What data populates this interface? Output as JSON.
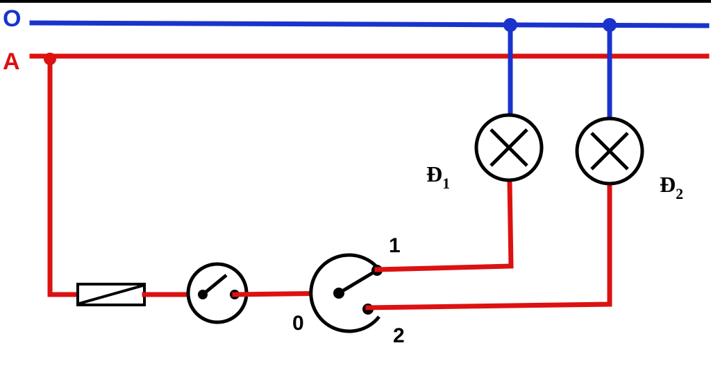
{
  "lines": {
    "neutral_label": "O",
    "phase_label": "A"
  },
  "lamps": [
    {
      "letter": "Đ",
      "index": "1"
    },
    {
      "letter": "Đ",
      "index": "2"
    }
  ],
  "switch_terminals": {
    "common": "0",
    "out1": "1",
    "out2": "2"
  },
  "colors": {
    "neutral": "#1a33cc",
    "phase": "#dd1111",
    "symbol": "#000000"
  }
}
